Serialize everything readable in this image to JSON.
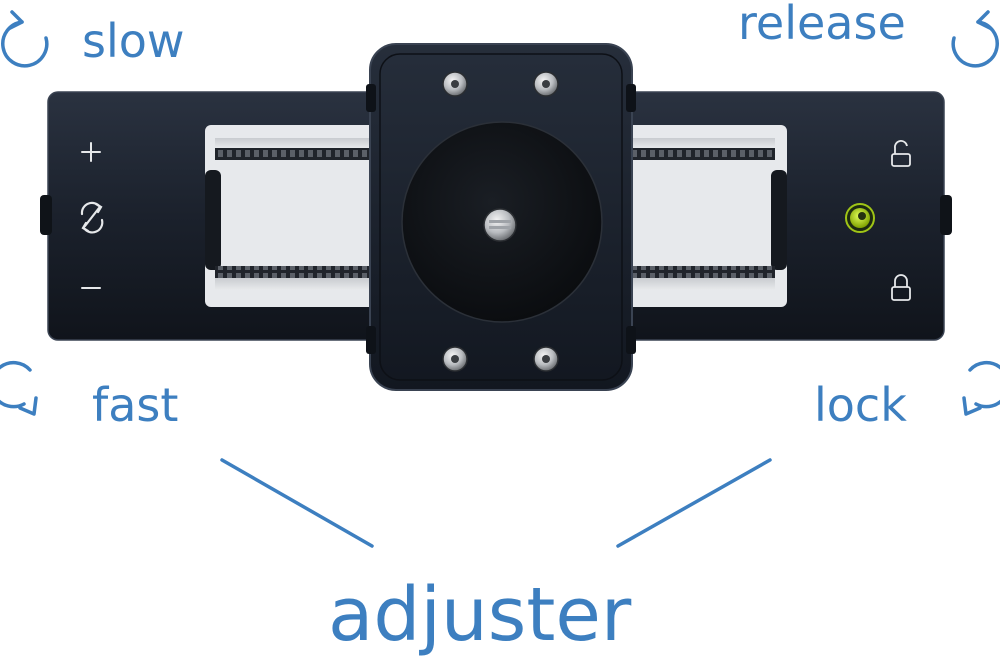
{
  "labels": {
    "slow": "slow",
    "release": "release",
    "fast": "fast",
    "lock": "lock",
    "adjuster": "adjuster"
  },
  "icons": {
    "rotate_ccw_top_left": "rotate-counterclockwise-arrow",
    "rotate_cw_top_right": "rotate-clockwise-arrow",
    "rotate_cw_bottom_left": "rotate-clockwise-arrow",
    "rotate_ccw_bottom_right": "rotate-counterclockwise-arrow",
    "plus": "plus-icon",
    "speed_dial": "dial-icon",
    "minus": "minus-icon",
    "unlock": "unlocked-padlock-icon",
    "bubble_level": "bubble-level",
    "lock": "locked-padlock-icon"
  },
  "colors": {
    "accent": "#3d7fc0",
    "body": "#1c2330",
    "plate": "#141a24",
    "bubble": "#a8d600"
  }
}
